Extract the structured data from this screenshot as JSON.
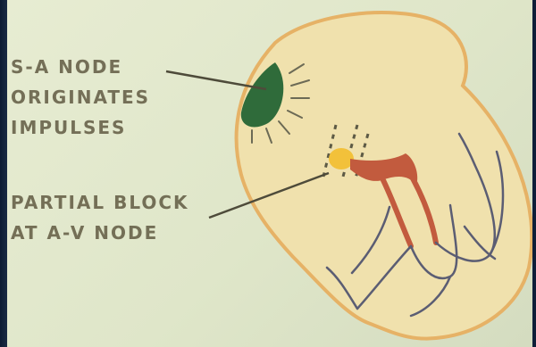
{
  "labels": {
    "sa_node": {
      "line1": "S-A NODE",
      "line2": "ORIGINATES",
      "line3": "IMPULSES"
    },
    "av_node": {
      "line1": "PARTIAL BLOCK",
      "line2": "AT A-V NODE"
    }
  },
  "colors": {
    "background": "#e3e9cd",
    "heart_fill": "#f0e1ad",
    "heart_outline": "#e6b266",
    "sa_node": "#2f6b3a",
    "av_node": "#f2c13a",
    "conduction_pathway": "#c25b3e",
    "purkinje_lines": "#5b5d73",
    "label_text": "#5c553d"
  }
}
